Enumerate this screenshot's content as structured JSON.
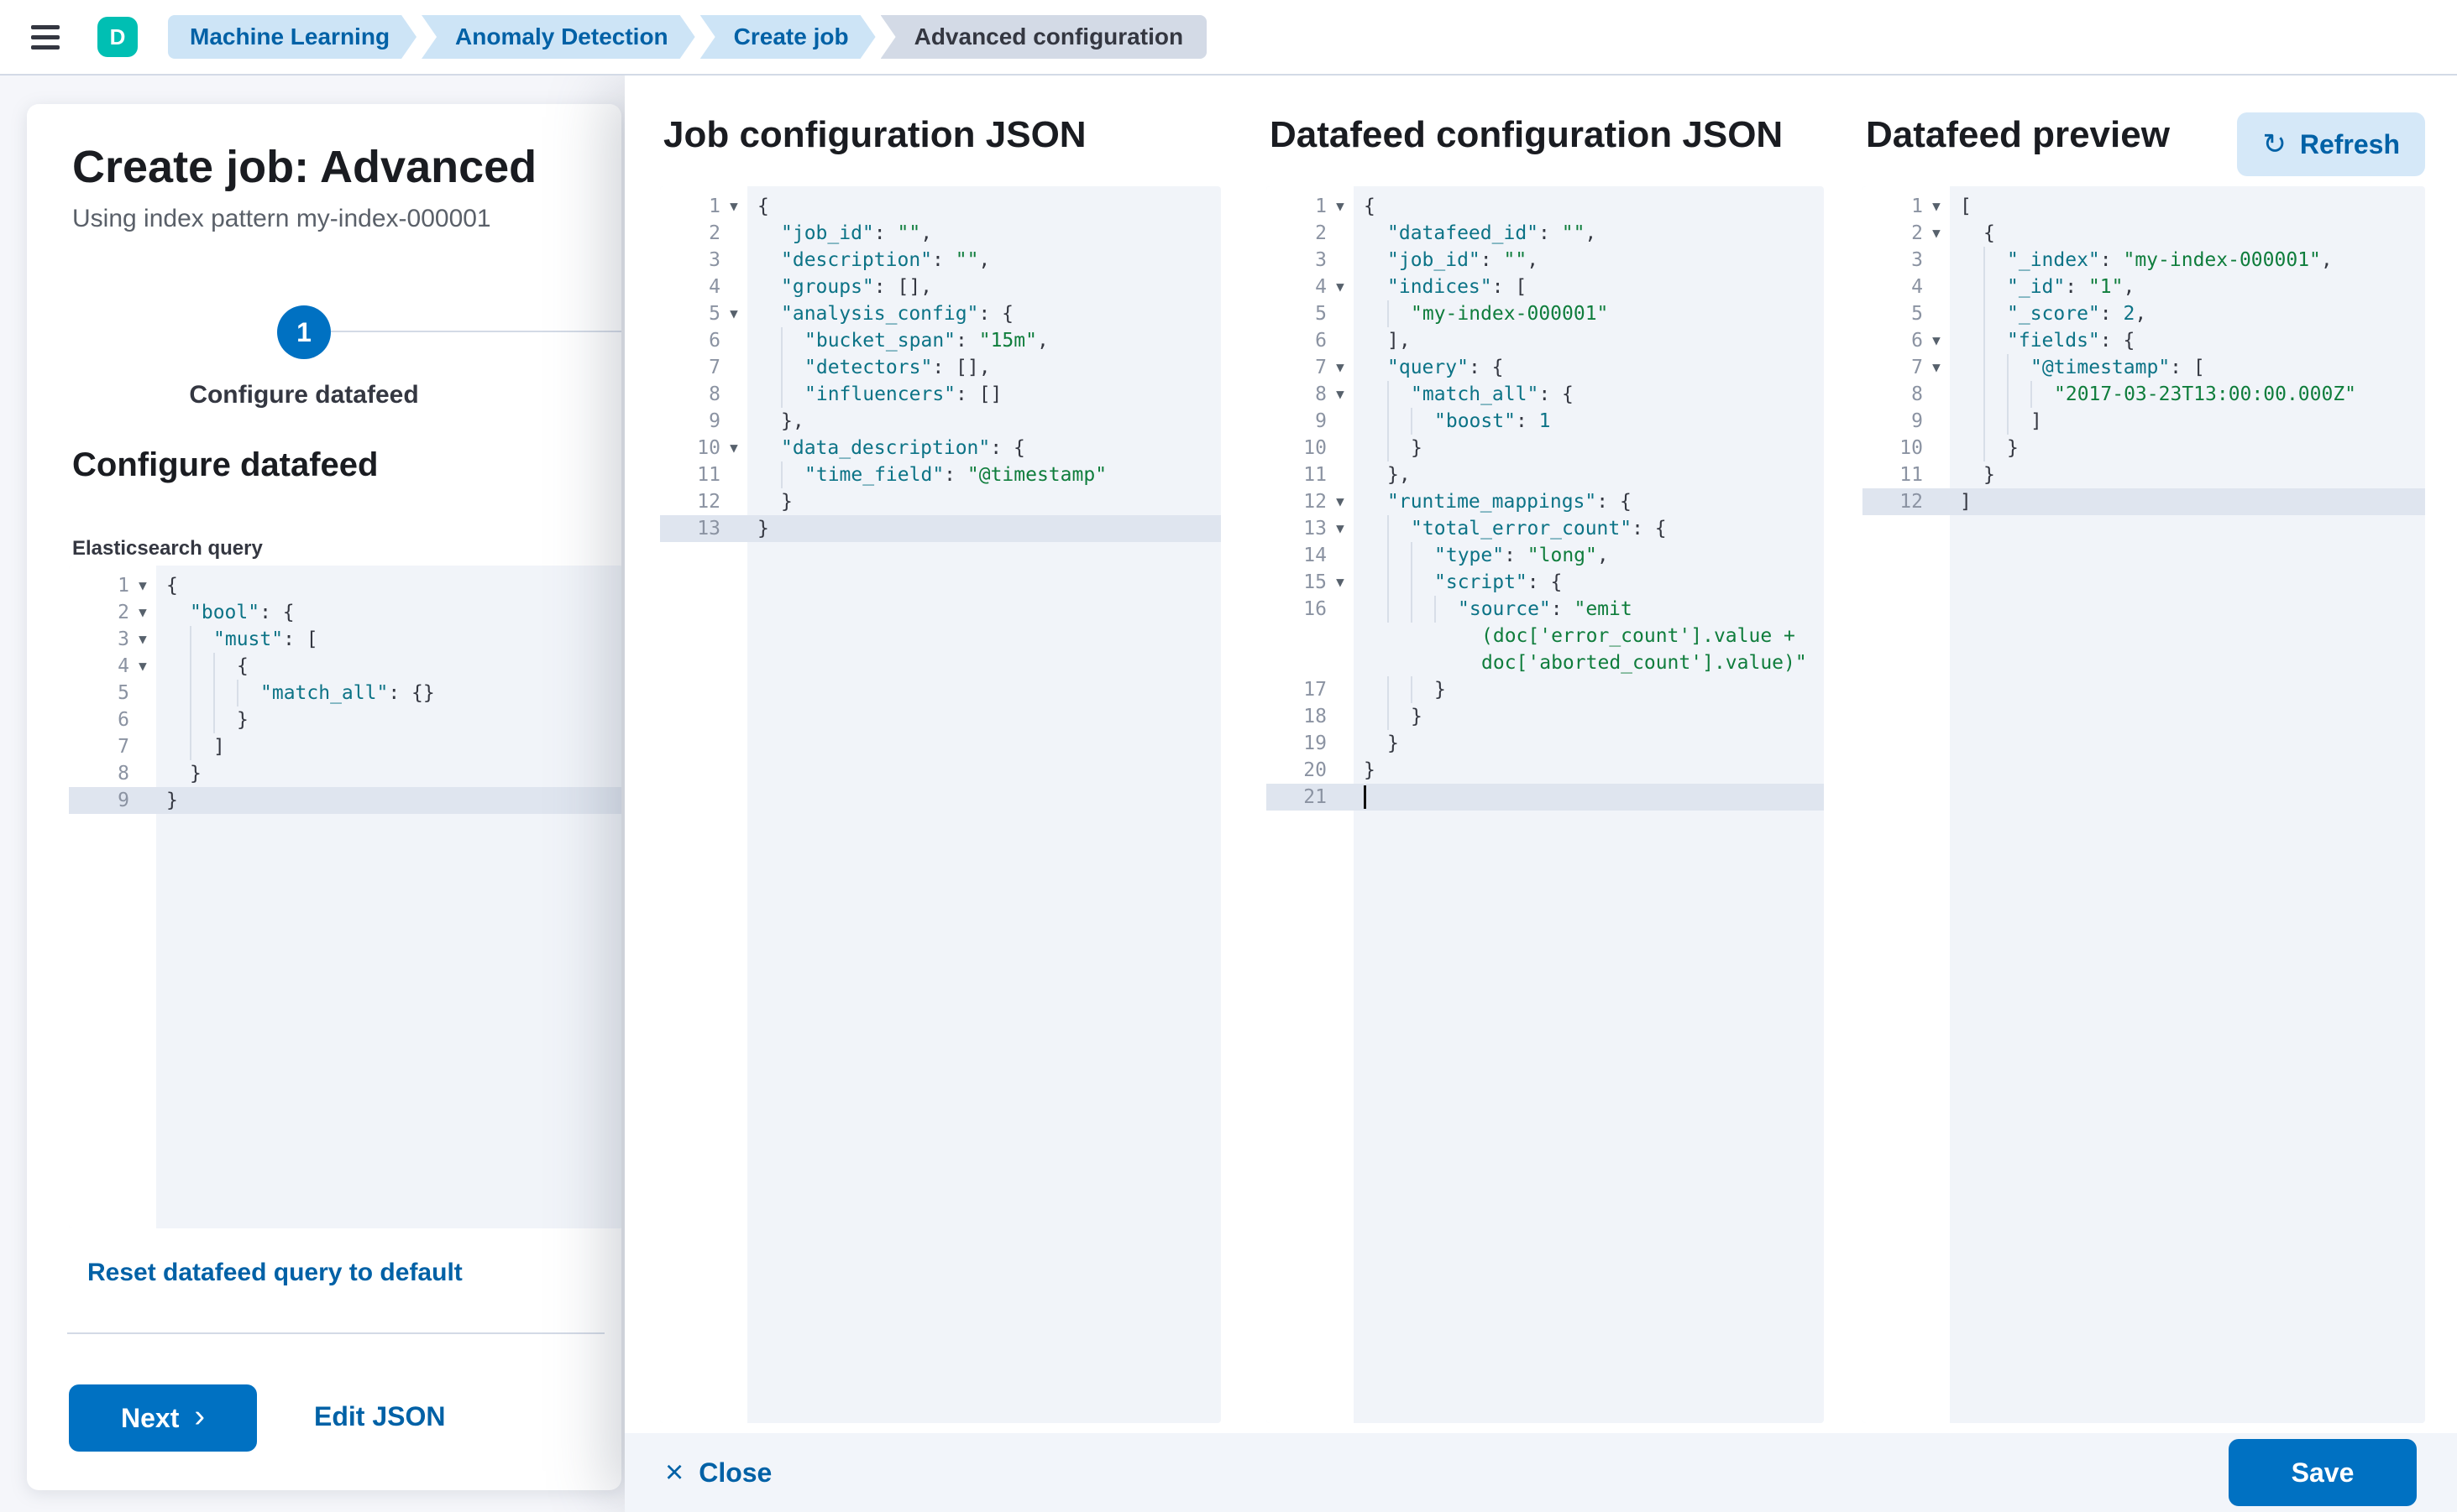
{
  "topbar": {
    "avatar_initial": "D",
    "breadcrumbs": [
      {
        "label": "Machine Learning",
        "style": "blue",
        "shape": "first",
        "current": false
      },
      {
        "label": "Anomaly Detection",
        "style": "blue",
        "shape": "mid",
        "current": false
      },
      {
        "label": "Create job",
        "style": "blue",
        "shape": "mid",
        "current": false
      },
      {
        "label": "Advanced configuration",
        "style": "gray",
        "shape": "last",
        "current": true
      }
    ]
  },
  "wizard": {
    "title": "Create job: Advanced",
    "subtitle": "Using index pattern my-index-000001",
    "step_number": "1",
    "step_label": "Configure datafeed",
    "section_title": "Configure datafeed",
    "query_label": "Elasticsearch query",
    "reset_link": "Reset datafeed query to default",
    "next_button": "Next",
    "next_chevron": "›",
    "edit_json_link": "Edit JSON"
  },
  "footer": {
    "close_label": "Close",
    "close_icon": "×",
    "save_label": "Save"
  },
  "colors": {
    "primary_button": "#0071c2",
    "link_blue": "#0061a6",
    "breadcrumb_blue_bg": "#cde4f6",
    "breadcrumb_gray_bg": "#d3dae6",
    "avatar_teal": "#00bfb3",
    "editor_background": "#f1f4f9",
    "editor_gutter": "#ffffff",
    "editor_active_line": "#dfe5ef",
    "token_key": "#0c7386",
    "token_string": "#0f7d3c",
    "token_number": "#0c7386",
    "token_punctuation": "#343741",
    "line_number": "#8b93a2",
    "border": "#d3dae6",
    "page_background": "#f5f6fa",
    "footer_background": "#f2f5fa",
    "refresh_button_bg": "#d5e8f8"
  },
  "editors": {
    "query": {
      "lines": [
        {
          "n": 1,
          "f": 1,
          "l": 0,
          "seg": [
            [
              "p",
              "{"
            ]
          ]
        },
        {
          "n": 2,
          "f": 1,
          "l": 1,
          "seg": [
            [
              "k",
              "\"bool\""
            ],
            [
              "p",
              ": {"
            ]
          ]
        },
        {
          "n": 3,
          "f": 1,
          "l": 2,
          "seg": [
            [
              "k",
              "\"must\""
            ],
            [
              "p",
              ": ["
            ]
          ]
        },
        {
          "n": 4,
          "f": 1,
          "l": 3,
          "seg": [
            [
              "p",
              "{"
            ]
          ]
        },
        {
          "n": 5,
          "l": 4,
          "seg": [
            [
              "k",
              "\"match_all\""
            ],
            [
              "p",
              ": {}"
            ]
          ]
        },
        {
          "n": 6,
          "l": 3,
          "seg": [
            [
              "p",
              "}"
            ]
          ]
        },
        {
          "n": 7,
          "l": 2,
          "seg": [
            [
              "p",
              "]"
            ]
          ]
        },
        {
          "n": 8,
          "l": 1,
          "seg": [
            [
              "p",
              "}"
            ]
          ]
        },
        {
          "n": 9,
          "a": 1,
          "l": 0,
          "seg": [
            [
              "p",
              "}"
            ]
          ]
        }
      ]
    },
    "job": {
      "title": "Job configuration JSON",
      "lines": [
        {
          "n": 1,
          "f": 1,
          "l": 0,
          "seg": [
            [
              "p",
              "{"
            ]
          ]
        },
        {
          "n": 2,
          "l": 1,
          "seg": [
            [
              "k",
              "\"job_id\""
            ],
            [
              "p",
              ": "
            ],
            [
              "s",
              "\"\""
            ],
            [
              "p",
              ","
            ]
          ]
        },
        {
          "n": 3,
          "l": 1,
          "seg": [
            [
              "k",
              "\"description\""
            ],
            [
              "p",
              ": "
            ],
            [
              "s",
              "\"\""
            ],
            [
              "p",
              ","
            ]
          ]
        },
        {
          "n": 4,
          "l": 1,
          "seg": [
            [
              "k",
              "\"groups\""
            ],
            [
              "p",
              ": [],"
            ]
          ]
        },
        {
          "n": 5,
          "f": 1,
          "l": 1,
          "seg": [
            [
              "k",
              "\"analysis_config\""
            ],
            [
              "p",
              ": {"
            ]
          ]
        },
        {
          "n": 6,
          "l": 2,
          "seg": [
            [
              "k",
              "\"bucket_span\""
            ],
            [
              "p",
              ": "
            ],
            [
              "s",
              "\"15m\""
            ],
            [
              "p",
              ","
            ]
          ]
        },
        {
          "n": 7,
          "l": 2,
          "seg": [
            [
              "k",
              "\"detectors\""
            ],
            [
              "p",
              ": [],"
            ]
          ]
        },
        {
          "n": 8,
          "l": 2,
          "seg": [
            [
              "k",
              "\"influencers\""
            ],
            [
              "p",
              ": []"
            ]
          ]
        },
        {
          "n": 9,
          "l": 1,
          "seg": [
            [
              "p",
              "},"
            ]
          ]
        },
        {
          "n": 10,
          "f": 1,
          "l": 1,
          "seg": [
            [
              "k",
              "\"data_description\""
            ],
            [
              "p",
              ": {"
            ]
          ]
        },
        {
          "n": 11,
          "l": 2,
          "seg": [
            [
              "k",
              "\"time_field\""
            ],
            [
              "p",
              ": "
            ],
            [
              "s",
              "\"@timestamp\""
            ]
          ]
        },
        {
          "n": 12,
          "l": 1,
          "seg": [
            [
              "p",
              "}"
            ]
          ]
        },
        {
          "n": 13,
          "a": 1,
          "l": 0,
          "seg": [
            [
              "p",
              "}"
            ]
          ]
        }
      ]
    },
    "datafeed": {
      "title": "Datafeed configuration JSON",
      "lines": [
        {
          "n": 1,
          "f": 1,
          "l": 0,
          "seg": [
            [
              "p",
              "{"
            ]
          ]
        },
        {
          "n": 2,
          "l": 1,
          "seg": [
            [
              "k",
              "\"datafeed_id\""
            ],
            [
              "p",
              ": "
            ],
            [
              "s",
              "\"\""
            ],
            [
              "p",
              ","
            ]
          ]
        },
        {
          "n": 3,
          "l": 1,
          "seg": [
            [
              "k",
              "\"job_id\""
            ],
            [
              "p",
              ": "
            ],
            [
              "s",
              "\"\""
            ],
            [
              "p",
              ","
            ]
          ]
        },
        {
          "n": 4,
          "f": 1,
          "l": 1,
          "seg": [
            [
              "k",
              "\"indices\""
            ],
            [
              "p",
              ": ["
            ]
          ]
        },
        {
          "n": 5,
          "l": 2,
          "seg": [
            [
              "s",
              "\"my-index-000001\""
            ]
          ]
        },
        {
          "n": 6,
          "l": 1,
          "seg": [
            [
              "p",
              "],"
            ]
          ]
        },
        {
          "n": 7,
          "f": 1,
          "l": 1,
          "seg": [
            [
              "k",
              "\"query\""
            ],
            [
              "p",
              ": {"
            ]
          ]
        },
        {
          "n": 8,
          "f": 1,
          "l": 2,
          "seg": [
            [
              "k",
              "\"match_all\""
            ],
            [
              "p",
              ": {"
            ]
          ]
        },
        {
          "n": 9,
          "l": 3,
          "seg": [
            [
              "k",
              "\"boost\""
            ],
            [
              "p",
              ": "
            ],
            [
              "n2",
              "1"
            ]
          ]
        },
        {
          "n": 10,
          "l": 2,
          "seg": [
            [
              "p",
              "}"
            ]
          ]
        },
        {
          "n": 11,
          "l": 1,
          "seg": [
            [
              "p",
              "},"
            ]
          ]
        },
        {
          "n": 12,
          "f": 1,
          "l": 1,
          "seg": [
            [
              "k",
              "\"runtime_mappings\""
            ],
            [
              "p",
              ": {"
            ]
          ]
        },
        {
          "n": 13,
          "f": 1,
          "l": 2,
          "seg": [
            [
              "k",
              "\"total_error_count\""
            ],
            [
              "p",
              ": {"
            ]
          ]
        },
        {
          "n": 14,
          "l": 3,
          "seg": [
            [
              "k",
              "\"type\""
            ],
            [
              "p",
              ": "
            ],
            [
              "s",
              "\"long\""
            ],
            [
              "p",
              ","
            ]
          ]
        },
        {
          "n": 15,
          "f": 1,
          "l": 3,
          "seg": [
            [
              "k",
              "\"script\""
            ],
            [
              "p",
              ": {"
            ]
          ]
        },
        {
          "n": 16,
          "l": 4,
          "seg": [
            [
              "k",
              "\"source\""
            ],
            [
              "p",
              ": "
            ],
            [
              "s",
              "\"emit"
            ]
          ]
        },
        {
          "n": "",
          "w": 1,
          "l": 5,
          "seg": [
            [
              "s",
              "(doc['error_count'].value +"
            ]
          ]
        },
        {
          "n": "",
          "w": 1,
          "l": 5,
          "seg": [
            [
              "s",
              "doc['aborted_count'].value)\""
            ]
          ]
        },
        {
          "n": 17,
          "l": 3,
          "seg": [
            [
              "p",
              "}"
            ]
          ]
        },
        {
          "n": 18,
          "l": 2,
          "seg": [
            [
              "p",
              "}"
            ]
          ]
        },
        {
          "n": 19,
          "l": 1,
          "seg": [
            [
              "p",
              "}"
            ]
          ]
        },
        {
          "n": 20,
          "l": 0,
          "seg": [
            [
              "p",
              "}"
            ]
          ]
        },
        {
          "n": 21,
          "a": 1,
          "c": 1,
          "l": 0,
          "seg": []
        }
      ]
    },
    "preview": {
      "title": "Datafeed preview",
      "refresh_label": "Refresh",
      "refresh_icon": "↻",
      "lines": [
        {
          "n": 1,
          "f": 1,
          "l": 0,
          "seg": [
            [
              "p",
              "["
            ]
          ]
        },
        {
          "n": 2,
          "f": 1,
          "l": 1,
          "seg": [
            [
              "p",
              "{"
            ]
          ]
        },
        {
          "n": 3,
          "l": 2,
          "seg": [
            [
              "k",
              "\"_index\""
            ],
            [
              "p",
              ": "
            ],
            [
              "s",
              "\"my-index-000001\""
            ],
            [
              "p",
              ","
            ]
          ]
        },
        {
          "n": 4,
          "l": 2,
          "seg": [
            [
              "k",
              "\"_id\""
            ],
            [
              "p",
              ": "
            ],
            [
              "s",
              "\"1\""
            ],
            [
              "p",
              ","
            ]
          ]
        },
        {
          "n": 5,
          "l": 2,
          "seg": [
            [
              "k",
              "\"_score\""
            ],
            [
              "p",
              ": "
            ],
            [
              "n2",
              "2"
            ],
            [
              "p",
              ","
            ]
          ]
        },
        {
          "n": 6,
          "f": 1,
          "l": 2,
          "seg": [
            [
              "k",
              "\"fields\""
            ],
            [
              "p",
              ": {"
            ]
          ]
        },
        {
          "n": 7,
          "f": 1,
          "l": 3,
          "seg": [
            [
              "k",
              "\"@timestamp\""
            ],
            [
              "p",
              ": ["
            ]
          ]
        },
        {
          "n": 8,
          "l": 4,
          "seg": [
            [
              "s",
              "\"2017-03-23T13:00:00.000Z\""
            ]
          ]
        },
        {
          "n": 9,
          "l": 3,
          "seg": [
            [
              "p",
              "]"
            ]
          ]
        },
        {
          "n": 10,
          "l": 2,
          "seg": [
            [
              "p",
              "}"
            ]
          ]
        },
        {
          "n": 11,
          "l": 1,
          "seg": [
            [
              "p",
              "}"
            ]
          ]
        },
        {
          "n": 12,
          "a": 1,
          "l": 0,
          "seg": [
            [
              "p",
              "]"
            ]
          ]
        }
      ]
    }
  }
}
